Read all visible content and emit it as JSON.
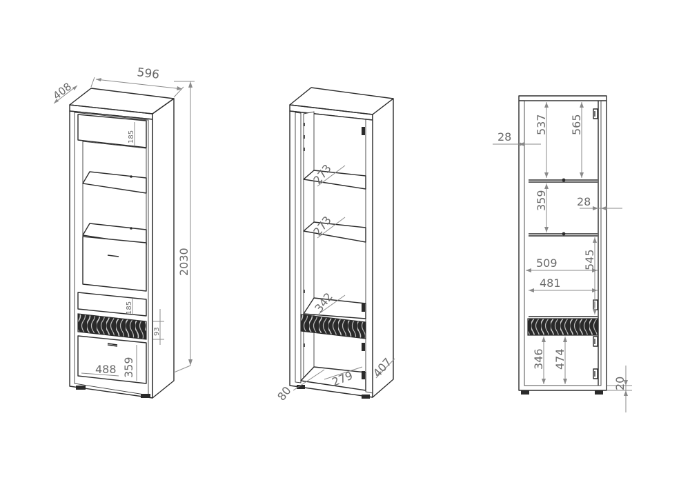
{
  "views": {
    "front_perspective": {
      "width": "596",
      "depth": "408",
      "height": "2030",
      "top_drawer": "185",
      "lower_drawer": "185",
      "panel": "93",
      "bottom_drawer": "359",
      "bottom_width": "488"
    },
    "open_perspective": {
      "shelf_1": "273",
      "shelf_2": "273",
      "shelf_3": "342",
      "base_offset": "80",
      "base_width": "279",
      "base_depth": "407"
    },
    "front_orthographic": {
      "side_left": "28",
      "top_section": "537",
      "top_section_total": "565",
      "middle_section": "359",
      "side_right": "28",
      "inner_width": "509",
      "lower_section": "545",
      "lower_width": "481",
      "bottom_left": "346",
      "bottom_right": "474",
      "plinth": "20"
    }
  }
}
